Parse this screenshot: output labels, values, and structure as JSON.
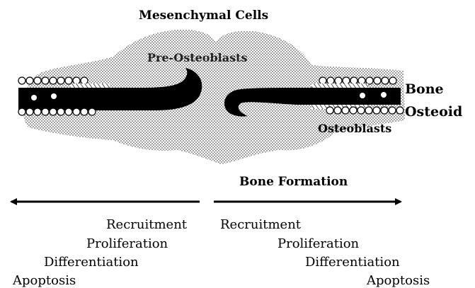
{
  "labels": {
    "mesenchymal": "Mesenchymal Cells",
    "pre_osteoblasts": "Pre-Osteoblasts",
    "bone": "Bone",
    "osteoid": "Osteoid",
    "osteoblasts": "Osteoblasts",
    "bone_formation": "Bone Formation"
  },
  "left_sequence": [
    "Recruitment",
    "Proliferation",
    "Differentiation",
    "Apoptosis"
  ],
  "right_sequence": [
    "Recruitment",
    "Proliferation",
    "Differentiation",
    "Apoptosis"
  ],
  "colors": {
    "ink": "#000000",
    "stipple": "#555555",
    "paper": "#ffffff"
  }
}
